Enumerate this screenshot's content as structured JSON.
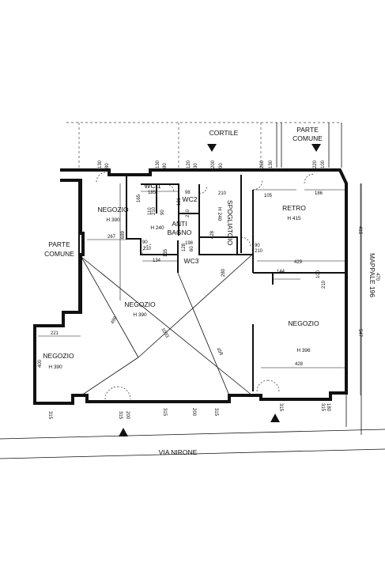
{
  "rooms": {
    "cortile": "CORTILE",
    "parte_comune_top": [
      "PARTE",
      "COMUNE"
    ],
    "parte_comune_left": [
      "PARTE",
      "COMUNE"
    ],
    "negozio_nw": "NEGOZIO",
    "negozio_nw_h": "H 390",
    "wc1": "WC 1",
    "wc2": "WC2",
    "wc3": "WC3",
    "antibagno": [
      "ANTI",
      "BAGNO"
    ],
    "antibagno_h": "H 240",
    "spogliatoio": "SPOGLIATOIO",
    "spogliatoio_h": "H 240",
    "retro": "RETRO",
    "retro_h": "H 415",
    "negozio_center": "NEGOZIO",
    "negozio_center_h": "H 390",
    "negozio_w": "NEGOZIO",
    "negozio_w_h": "H 390",
    "negozio_e": "NEGOZIO",
    "negozio_e_h": "H 396",
    "mappale": "MAPPALE 196",
    "via": "VIA NIRONE"
  },
  "dimensions": {
    "top_130a": "130",
    "top_80a": "80",
    "top_130b": "130",
    "top_80b": "80",
    "top_120": "120",
    "top_30": "30",
    "top_200a": "200",
    "top_90a": "90",
    "top_260": "260",
    "top_130c": "130",
    "top_220": "220",
    "top_100": "100",
    "d185": "185",
    "d98": "98",
    "d165": "165",
    "d131": "131",
    "d110": "110",
    "d210a": "210",
    "d90": "90",
    "d210b": "210",
    "d267": "267",
    "d689": "689",
    "d134": "134",
    "d135": "135",
    "d128": "128",
    "d198": "198",
    "d60": "60",
    "d428a": "428",
    "d210c": "210",
    "d280": "280",
    "d105": "105",
    "d186": "186",
    "d429": "429",
    "d144": "144",
    "d90b": "90",
    "d210d": "210",
    "d413": "413",
    "d470": "470",
    "d547": "547",
    "d221": "221",
    "d400": "400",
    "d499": "499",
    "d1033": "1033",
    "d458": "458",
    "d428b": "428",
    "d100": "100",
    "d210e": "210",
    "bot_315a": "315",
    "bot_315b": "315",
    "bot_200": "200",
    "bot_315c": "315",
    "bot_200b": "200",
    "bot_315d": "315",
    "bot_315e": "315",
    "bot_180": "180",
    "bot_315f": "315"
  }
}
